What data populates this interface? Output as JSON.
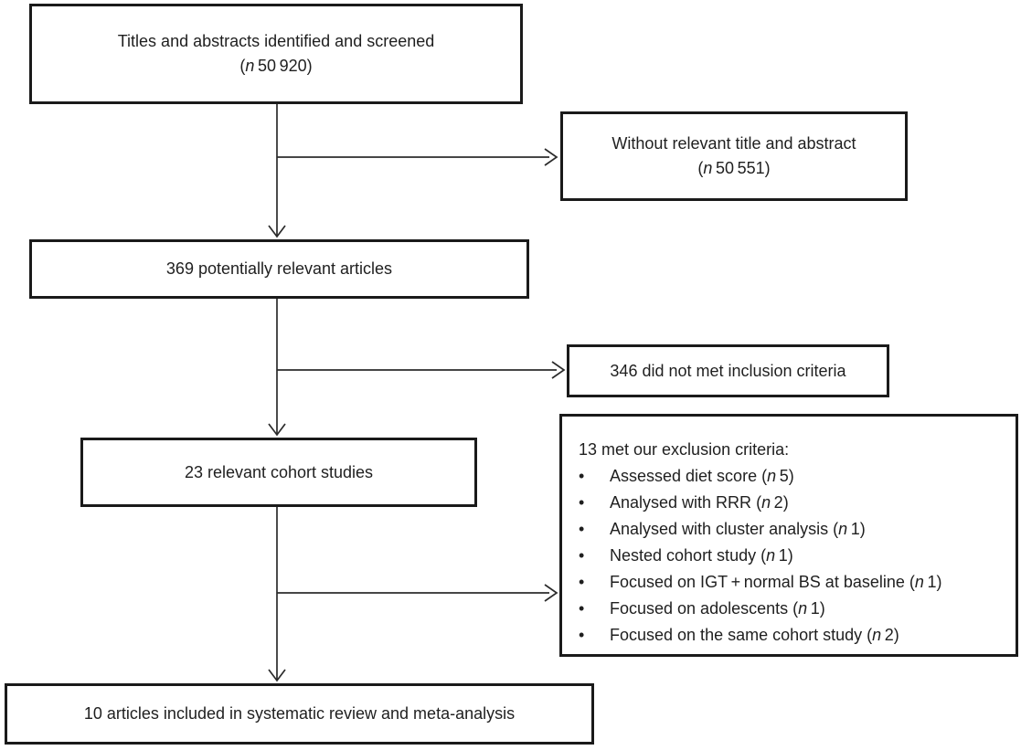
{
  "colors": {
    "background": "#ffffff",
    "box_border": "#1a1a1a",
    "text": "#1f1f1f",
    "connector": "#2b2b2b"
  },
  "boxes": {
    "screened": {
      "line1": "Titles and abstracts identified and screened",
      "count": {
        "open": "(",
        "n": "n",
        "rest": " 50 920)"
      }
    },
    "without_relevant": {
      "line1": "Without relevant title and abstract",
      "count": {
        "open": "(",
        "n": "n",
        "rest": " 50 551)"
      }
    },
    "potentially_relevant": {
      "text": "369 potentially relevant articles"
    },
    "not_met_inclusion": {
      "text": "346 did not met inclusion criteria"
    },
    "cohort_studies": {
      "text": "23 relevant cohort studies"
    },
    "exclusion": {
      "heading": "13 met our exclusion criteria:",
      "bullet_glyph": "•",
      "items": [
        {
          "label": "Assessed diet score ",
          "open": "(",
          "n": "n",
          "rest": " 5)"
        },
        {
          "label": "Analysed with RRR ",
          "open": "(",
          "n": "n",
          "rest": " 2)"
        },
        {
          "label": "Analysed with cluster analysis ",
          "open": "(",
          "n": "n",
          "rest": " 1)"
        },
        {
          "label": "Nested cohort study ",
          "open": "(",
          "n": "n",
          "rest": " 1)"
        },
        {
          "label": "Focused on IGT + normal BS at baseline ",
          "open": "(",
          "n": "n",
          "rest": " 1)"
        },
        {
          "label": "Focused on adolescents ",
          "open": "(",
          "n": "n",
          "rest": " 1)"
        },
        {
          "label": "Focused on the same cohort study ",
          "open": "(",
          "n": "n",
          "rest": " 2)"
        }
      ]
    },
    "included": {
      "text": "10 articles included in systematic review and meta-analysis"
    }
  }
}
